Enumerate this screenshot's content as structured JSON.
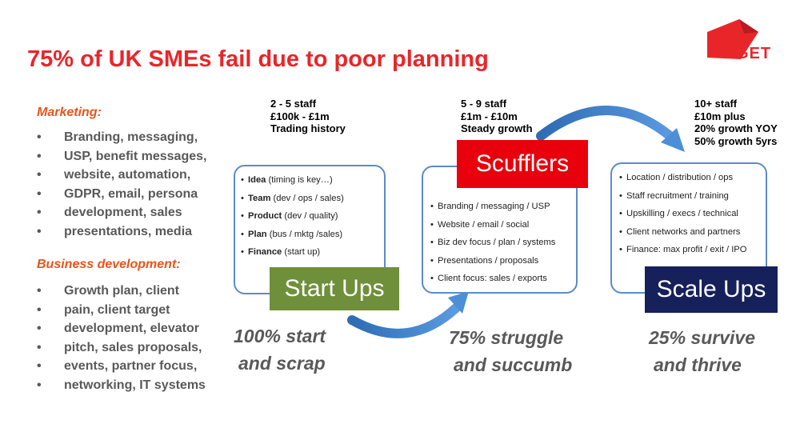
{
  "title": "75% of UK SMEs fail due to poor planning",
  "logo": {
    "text": "GET",
    "color": "#e8262a"
  },
  "marketing": {
    "heading": "Marketing:",
    "items": [
      "Branding, messaging,",
      "USP, benefit messages,",
      "website, automation,",
      "GDPR, email, persona",
      "development, sales",
      "presentations, media"
    ]
  },
  "bizdev": {
    "heading": "Business development:",
    "items": [
      "Growth plan, client",
      "pain, client target",
      "development, elevator",
      "pitch, sales proposals,",
      "events, partner focus,",
      "networking, IT systems"
    ]
  },
  "stages": {
    "startups": {
      "label": "Start Ups",
      "color": "#6f8f3a",
      "stats": [
        "2 - 5 staff",
        "£100k - £1m",
        "Trading history"
      ],
      "items": [
        {
          "key": "Idea",
          "rest": " (timing is key…)"
        },
        {
          "key": "Team",
          "rest": " (dev / ops / sales)"
        },
        {
          "key": "Product",
          "rest": " (dev / quality)"
        },
        {
          "key": "Plan",
          "rest": " (bus / mktg /sales)"
        },
        {
          "key": "Finance",
          "rest": " (start up)"
        }
      ],
      "outcome": [
        "100%  start",
        "and scrap"
      ]
    },
    "scufflers": {
      "label": "Scufflers",
      "color": "#e8000d",
      "stats": [
        "5 - 9 staff",
        "£1m - £10m",
        "Steady growth"
      ],
      "items": [
        "Branding / messaging / USP",
        "Website / email / social",
        "Biz dev focus / plan / systems",
        "Presentations / proposals",
        "Client focus: sales / exports"
      ],
      "outcome": [
        "75%  struggle",
        "and succumb"
      ]
    },
    "scaleups": {
      "label": "Scale Ups",
      "color": "#16205a",
      "stats": [
        "10+ staff",
        "£10m plus",
        "20% growth YOY",
        "50% growth 5yrs"
      ],
      "items": [
        "Location / distribution / ops",
        "Staff recruitment / training",
        "Upskilling / execs / technical",
        "Client networks and partners",
        "Finance: max profit / exit / IPO"
      ],
      "outcome": [
        "25%  survive",
        "and thrive"
      ]
    }
  }
}
